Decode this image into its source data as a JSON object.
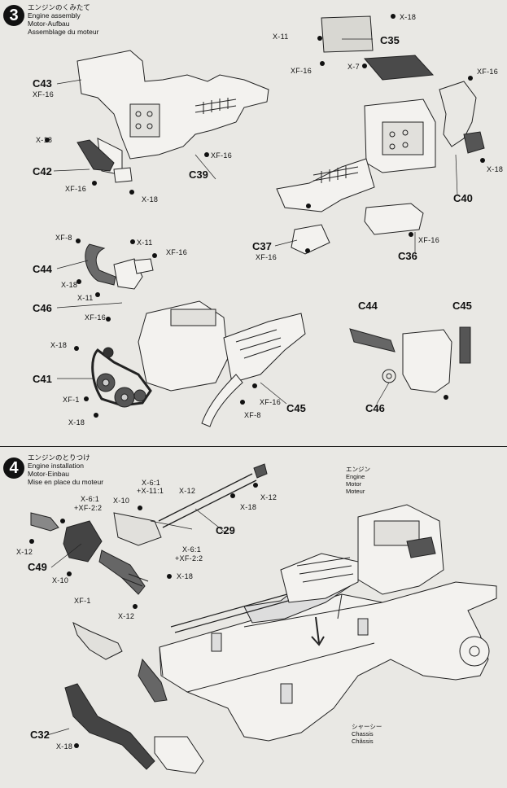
{
  "step3": {
    "number": "3",
    "title_jp": "エンジンのくみたて",
    "title_en": "Engine assembly",
    "title_de": "Motor-Aufbau",
    "title_fr": "Assemblage du moteur"
  },
  "step4": {
    "number": "4",
    "title_jp": "エンジンのとりつけ",
    "title_en": "Engine installation",
    "title_de": "Motor-Einbau",
    "title_fr": "Mise en place du moteur"
  },
  "parts": {
    "c43": "C43",
    "c42": "C42",
    "c39": "C39",
    "c35": "C35",
    "c40": "C40",
    "c37": "C37",
    "c36": "C36",
    "c44": "C44",
    "c46": "C46",
    "c41": "C41",
    "c45": "C45",
    "c44b": "C44",
    "c45b": "C45",
    "c46b": "C46",
    "c29": "C29",
    "c49": "C49",
    "c32": "C32"
  },
  "screws": {
    "x18": "X-18",
    "x11": "X-11",
    "x7": "X-7",
    "xf16": "XF-16",
    "xf8": "XF-8",
    "xf1": "XF-1",
    "x12": "X-12",
    "x10": "X-10",
    "x6_1": "X-6:1",
    "x11_1": "+X-11:1",
    "xf2_2": "+XF-2:2"
  },
  "notes": {
    "engine_jp": "エンジン",
    "engine_en": "Engine",
    "engine_de": "Motor",
    "engine_fr": "Moteur",
    "chassis_jp": "シャーシー",
    "chassis_en": "Chassis",
    "chassis_fr": "Châssis"
  }
}
